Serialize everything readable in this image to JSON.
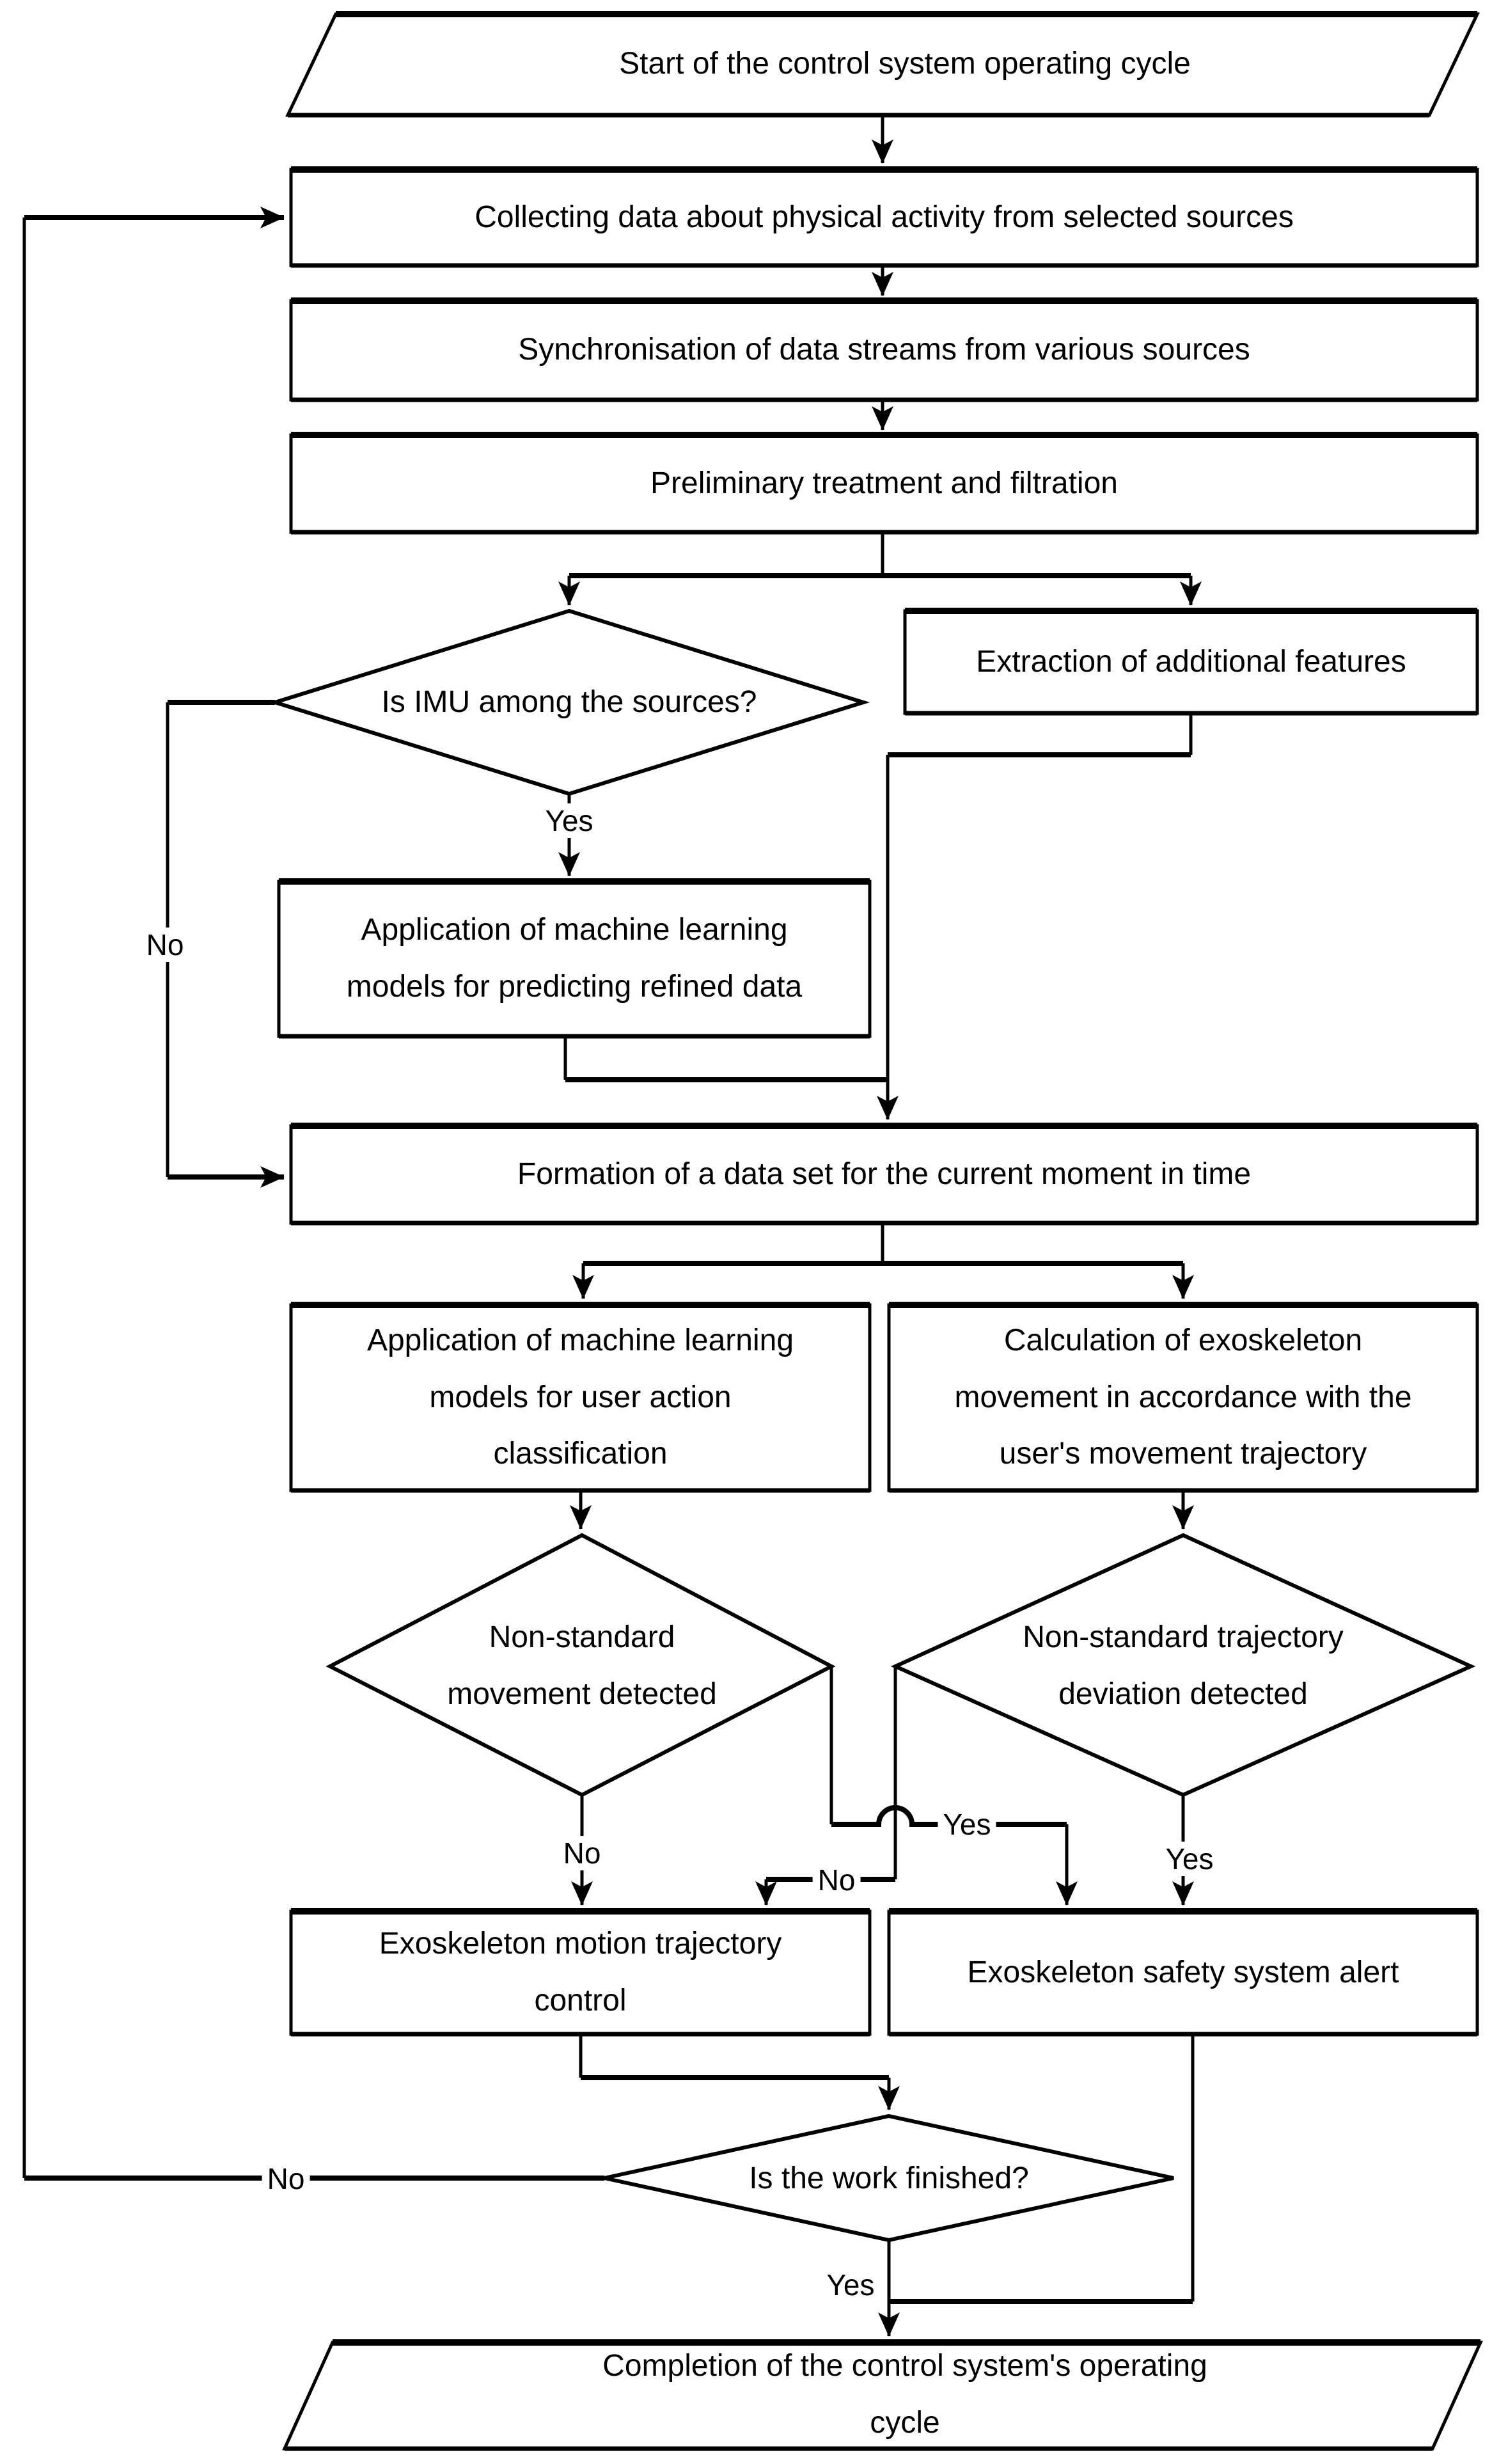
{
  "diagram": {
    "background_color": "#ffffff",
    "line_color": "#000000",
    "nodes": {
      "start": {
        "shape": "parallelogram",
        "label": "Start of the control system operating cycle"
      },
      "collect": {
        "shape": "rect",
        "label": "Collecting data about physical activity from selected sources"
      },
      "sync": {
        "shape": "rect",
        "label": "Synchronisation of data streams from various sources"
      },
      "prelim": {
        "shape": "rect",
        "label": "Preliminary treatment and filtration"
      },
      "imu_decision": {
        "shape": "diamond",
        "label": "Is IMU among the sources?"
      },
      "extraction": {
        "shape": "rect",
        "label": "Extraction of additional features"
      },
      "ml_predict": {
        "shape": "rect",
        "label": "Application of machine learning\nmodels for predicting refined data"
      },
      "formation": {
        "shape": "rect",
        "label": "Formation of a data set for the current moment in time"
      },
      "action_class": {
        "shape": "rect",
        "label": "Application of machine learning\nmodels for user action\nclassification"
      },
      "calc_movement": {
        "shape": "rect",
        "label": "Calculation of exoskeleton\nmovement in accordance with the\nuser's movement trajectory"
      },
      "movement_decision": {
        "shape": "diamond",
        "label": "Non-standard\nmovement detected"
      },
      "deviation_decision": {
        "shape": "diamond",
        "label": "Non-standard trajectory\ndeviation detected"
      },
      "motion_control": {
        "shape": "rect",
        "label": "Exoskeleton motion trajectory\ncontrol"
      },
      "safety_alert": {
        "shape": "rect",
        "label": "Exoskeleton safety system alert"
      },
      "finished_decision": {
        "shape": "diamond",
        "label": "Is the work finished?"
      },
      "completion": {
        "shape": "parallelogram",
        "label": "Completion of the control system's operating\ncycle"
      }
    },
    "edge_labels": {
      "imu_yes": "Yes",
      "imu_no": "No",
      "movement_no": "No",
      "movement_yes": "Yes",
      "deviation_no": "No",
      "deviation_yes": "Yes",
      "finished_no": "No",
      "finished_yes": "Yes"
    }
  }
}
